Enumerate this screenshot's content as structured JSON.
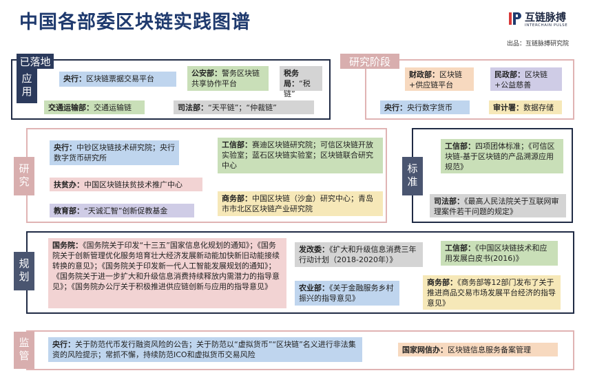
{
  "title": "中国各部委区块链实践图谱",
  "logo": {
    "cn": "互链脉搏",
    "en": "INTERCHAIN PULSE"
  },
  "source": "出品：互链脉搏研究院",
  "sections": {
    "applied": {
      "tag_top": "已落地",
      "tag_side": "应用",
      "items": [
        {
          "org": "央行：",
          "text": "区块链票据交易平台"
        },
        {
          "org": "公安部：",
          "text": "警务区块链共享协作平台"
        },
        {
          "org": "税务局：",
          "text": "“税链”"
        },
        {
          "org": "交通运输部：",
          "text": "交通运输链"
        },
        {
          "org": "司法部：",
          "text": "“天平链”；“仲裁链”"
        }
      ]
    },
    "researching": {
      "tag": "研究阶段",
      "items": [
        {
          "org": "财政部：",
          "text": "区块链+供应链平台"
        },
        {
          "org": "民政部：",
          "text": "区块链+公益慈善"
        },
        {
          "org": "央行：",
          "text": "央行数字货币"
        },
        {
          "org": "审计署：",
          "text": "数据存储"
        }
      ]
    },
    "research": {
      "tag": "研究",
      "items": [
        {
          "org": "央行：",
          "text": "中钞区块链技术研究院；央行数字货币研究所"
        },
        {
          "org": "扶贫办：",
          "text": "中国区块链扶贫技术推广中心"
        },
        {
          "org": "教育部：",
          "text": "“天诚汇智”创新促教基金"
        },
        {
          "org": "工信部：",
          "text": "赛迪区块链研究院；可信区块链开放实验室；蓝石区块链实验室；区块链联合研究中心"
        },
        {
          "org": "商务部：",
          "text": "中国区块链（沙盒）研究中心；青岛市市北区区块链产业研究院"
        }
      ]
    },
    "standard": {
      "tag": "标准",
      "items": [
        {
          "org": "工信部：",
          "text": "四项团体标准；《可信区块链-基于区块链的产品溯源应用规范》"
        },
        {
          "org": "司法部：",
          "text": "《最高人民法院关于互联网审理案件若干问题的规定》"
        }
      ]
    },
    "planning": {
      "tag": "规划",
      "items": [
        {
          "org": "国务院：",
          "text": "《国务院关于印发“十三五”国家信息化规划的通知》；《国务院关于创新管理优化服务培育壮大经济发展新动能加快新旧动能接续转换的意见》；《国务院关于印发新一代人工智能发展规划的通知》；《国务院关于进一步扩大和升级信息消费持续释放内需潜力的指导意见》；《国务院办公厅关于积极推进供应链创新与应用的指导意见》"
        },
        {
          "org": "发改委：",
          "text": "《扩大和升级信息消费三年行动计划（2018-2020年）》"
        },
        {
          "org": "农业部：",
          "text": "《关于金融服务乡村振兴的指导意见》"
        },
        {
          "org": "工信部：",
          "text": "《中国区块链技术和应用发展白皮书(2016)》"
        },
        {
          "org": "商务部：",
          "text": "《商务部等12部门发布了关于推进商品交易市场发展平台经济的指导意见》"
        }
      ]
    },
    "regulation": {
      "tag": "监管",
      "items": [
        {
          "org": "央行：",
          "text": "关于防范代币发行融资风险的公告；关于防范以“虚拟货币”“区块链”名义进行非法集资的风险提示；常抓不懈，持续防范ICO和虚拟货币交易风险"
        },
        {
          "org": "国家网信办：",
          "text": "区块链信息服务备案管理"
        }
      ]
    }
  },
  "colors": {
    "title": "#1f3a6e",
    "dark": "#1f2a44",
    "pink_frame": "#e0b3b3"
  }
}
